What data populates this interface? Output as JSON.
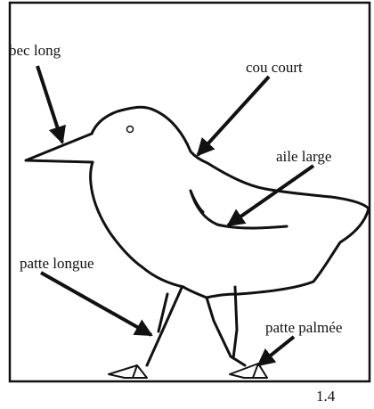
{
  "figure": {
    "number": "1.4",
    "labels": {
      "beak": "bec long",
      "neck": "cou court",
      "wing": "aile large",
      "leg": "patte longue",
      "foot": "patte palmée"
    },
    "colors": {
      "ink": "#111111",
      "background": "#ffffff"
    }
  }
}
